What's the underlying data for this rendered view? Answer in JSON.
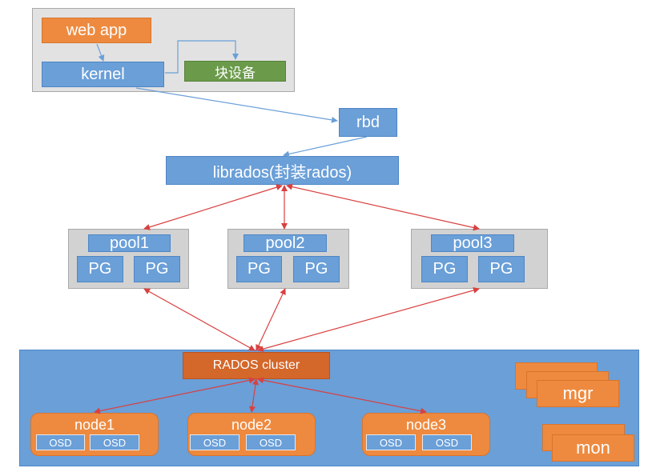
{
  "host": {
    "web_app": "web app",
    "kernel": "kernel",
    "block_device": "块设备"
  },
  "rbd": "rbd",
  "librados": "librados(封装rados)",
  "pools": [
    {
      "name": "pool1",
      "pgs": [
        "PG",
        "PG"
      ]
    },
    {
      "name": "pool2",
      "pgs": [
        "PG",
        "PG"
      ]
    },
    {
      "name": "pool3",
      "pgs": [
        "PG",
        "PG"
      ]
    }
  ],
  "cluster": {
    "label": "RADOS cluster",
    "nodes": [
      {
        "name": "node1",
        "osds": [
          "OSD",
          "OSD"
        ]
      },
      {
        "name": "node2",
        "osds": [
          "OSD",
          "OSD"
        ]
      },
      {
        "name": "node3",
        "osds": [
          "OSD",
          "OSD"
        ]
      }
    ],
    "mgr": "mgr",
    "mon": "mon"
  },
  "colors": {
    "blue": "#6a9fd8",
    "orange": "#ee8a3f",
    "dark_orange": "#d4672a",
    "green": "#6a9a4a",
    "grey": "#d2d2d2",
    "red_arrow": "#d94040",
    "blue_arrow": "#6a9fd8"
  }
}
